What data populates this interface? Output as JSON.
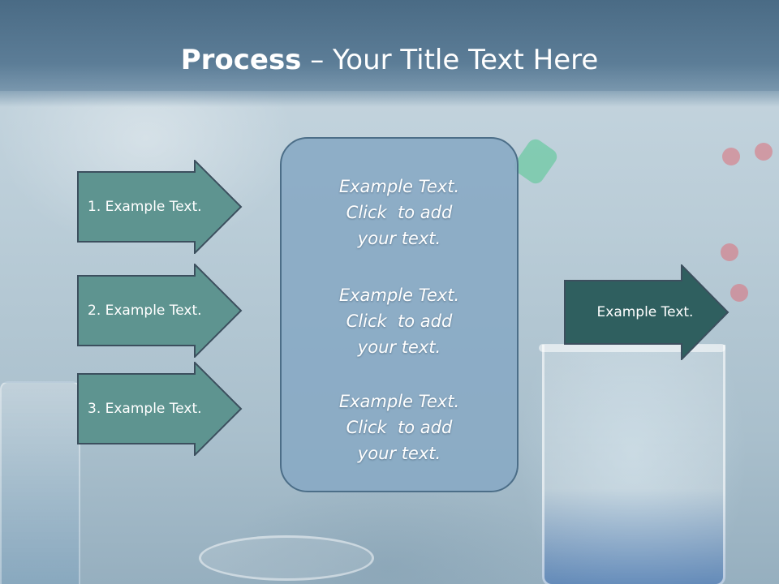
{
  "title": {
    "bold": "Process",
    "rest": " – Your Title Text Here"
  },
  "left_arrows": [
    {
      "label": "1. Example Text."
    },
    {
      "label": "2. Example Text."
    },
    {
      "label": "3. Example Text."
    }
  ],
  "center_box": {
    "blocks": [
      {
        "lines": [
          "Example Text.",
          "Click  to add",
          "your text."
        ]
      },
      {
        "lines": [
          "Example Text.",
          "Click  to add",
          "your text."
        ]
      },
      {
        "lines": [
          "Example Text.",
          "Click  to add",
          "your text."
        ]
      }
    ]
  },
  "right_arrow": {
    "label": "Example Text."
  },
  "colors": {
    "title_band": "#5a7b95",
    "left_arrow_fill": "#5e9490",
    "right_arrow_fill": "#2f5f5f",
    "center_box_fill": "#88aac4",
    "border": "#3c4f5e"
  }
}
